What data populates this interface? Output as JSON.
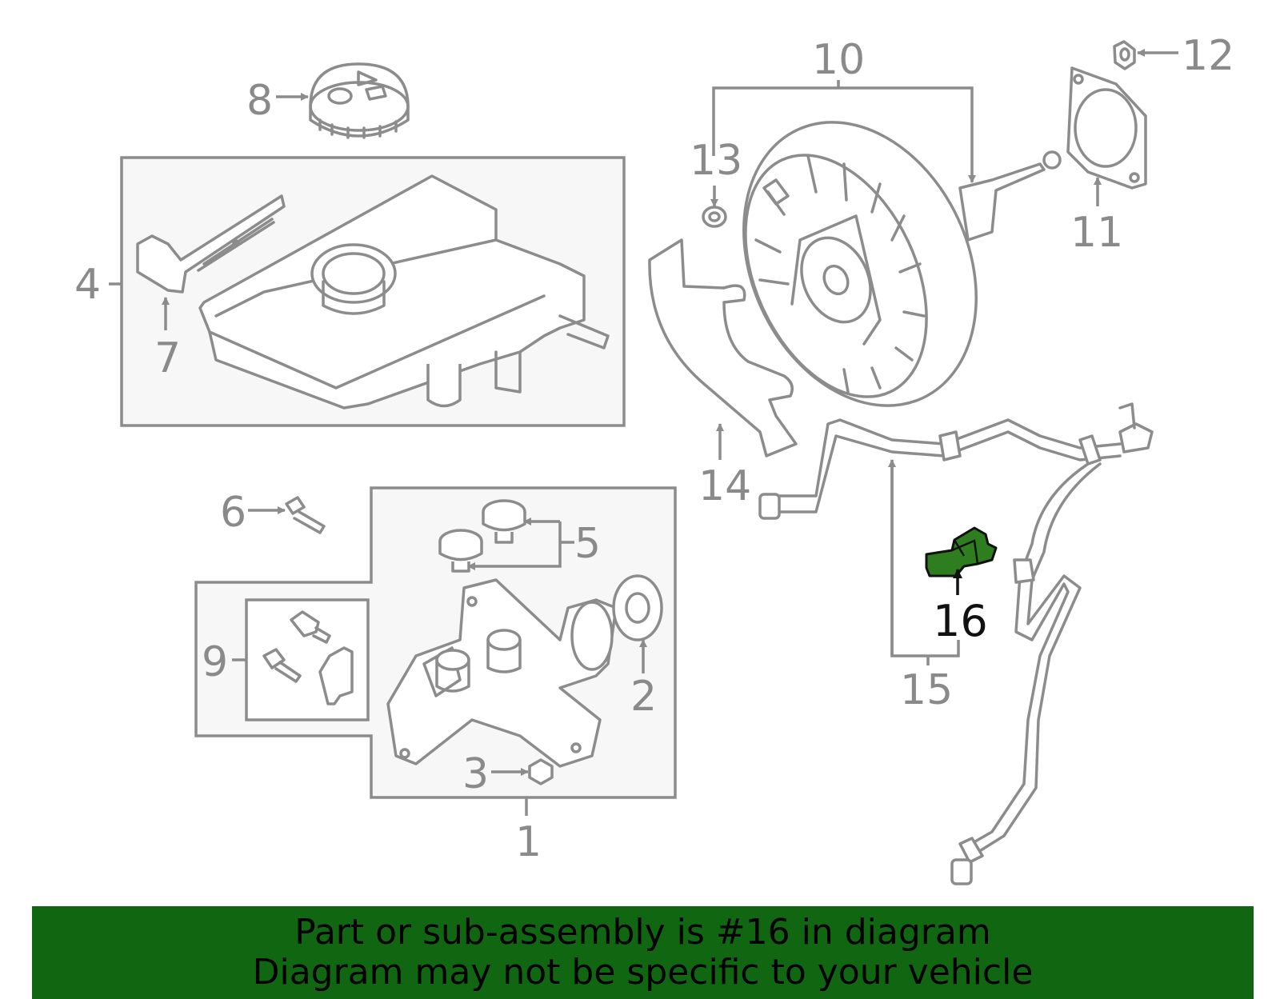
{
  "callouts": {
    "c1": "1",
    "c2": "2",
    "c3": "3",
    "c4": "4",
    "c5": "5",
    "c6": "6",
    "c7": "7",
    "c8": "8",
    "c9": "9",
    "c10": "10",
    "c11": "11",
    "c12": "12",
    "c13": "13",
    "c14": "14",
    "c15": "15",
    "c16": "16"
  },
  "highlight": {
    "callout": "16",
    "color": "#2e7d1e"
  },
  "banner": {
    "line1": "Part or sub-assembly is #16 in diagram",
    "line2": "Diagram may not be specific to your vehicle",
    "color": "#116611"
  }
}
